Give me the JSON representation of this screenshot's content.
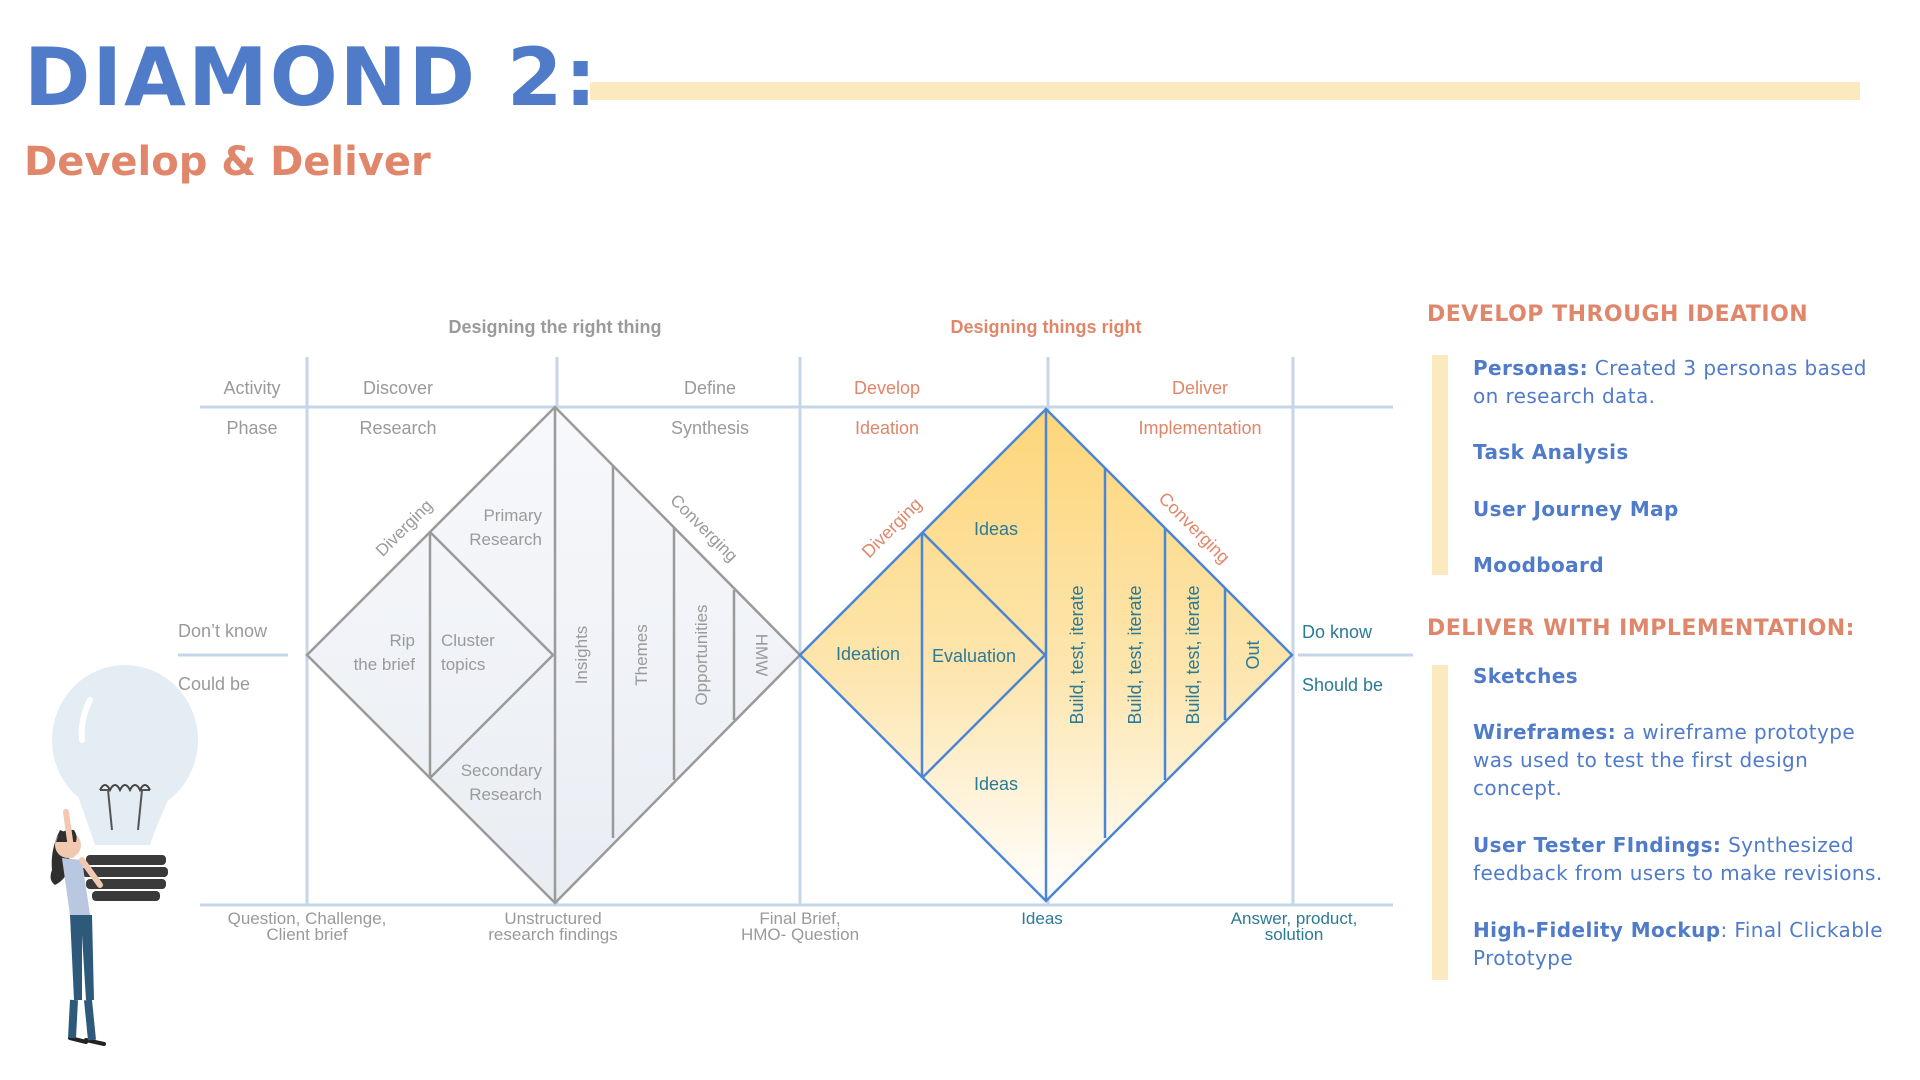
{
  "header": {
    "title": "DIAMOND 2:",
    "subtitle": "Develop & Deliver"
  },
  "diagram": {
    "headings": {
      "left": "Designing the right thing",
      "right": "Designing things right"
    },
    "row_labels": {
      "activity": "Activity",
      "phase": "Phase",
      "dont_know": "Don’t know",
      "could_be": "Could be",
      "do_know": "Do know",
      "should_be": "Should be"
    },
    "activities": {
      "discover": "Discover",
      "define": "Define",
      "develop": "Develop",
      "deliver": "Deliver"
    },
    "phases": {
      "research": "Research",
      "synthesis": "Synthesis",
      "ideation": "Ideation",
      "implementation": "Implementation"
    },
    "diamond1": {
      "diverging": "Diverging",
      "converging": "Converging",
      "primary_1": "Primary",
      "primary_2": "Research",
      "rip_1": "Rip",
      "rip_2": "the brief",
      "cluster_1": "Cluster",
      "cluster_2": "topics",
      "secondary_1": "Secondary",
      "secondary_2": "Research",
      "insights": "Insights",
      "themes": "Themes",
      "opportunities": "Opportunities",
      "hmw": "HMW"
    },
    "diamond2": {
      "diverging": "Diverging",
      "converging": "Converging",
      "ideas_top": "Ideas",
      "ideation": "Ideation",
      "evaluation": "Evaluation",
      "ideas_bottom": "Ideas",
      "bti_1": "Build, test, iterate",
      "bti_2": "Build, test, iterate",
      "bti_3": "Build, test, iterate",
      "out": "Out"
    },
    "bottom_labels": {
      "b1_1": "Question, Challenge,",
      "b1_2": "Client brief",
      "b2_1": "Unstructured",
      "b2_2": "research findings",
      "b3_1": "Final Brief,",
      "b3_2": "HMO- Question",
      "b4": "Ideas",
      "b5_1": "Answer, product,",
      "b5_2": "solution"
    },
    "colors": {
      "grey": "#9a9a9a",
      "blue": "#4a86d4",
      "orange": "#e0866a",
      "teal": "#2b7a96",
      "divider": "#c5d6e8",
      "yellow": "#fdd67a"
    }
  },
  "develop_section": {
    "heading": "DEVELOP THROUGH IDEATION",
    "personas_label": "Personas:",
    "personas_text_1": " Created 3 personas based",
    "personas_text_2": "on research data.",
    "task_analysis": "Task Analysis",
    "user_journey": "User Journey Map",
    "moodboard": "Moodboard"
  },
  "deliver_section": {
    "heading": "DELIVER WITH IMPLEMENTATION:",
    "sketches": "Sketches",
    "wireframes_label": "Wireframes:",
    "wireframes_text_1": " a wireframe prototype",
    "wireframes_text_2": "was used to test the first design",
    "wireframes_text_3": "concept.",
    "tester_label": "User Tester FIndings:",
    "tester_text_1": " Synthesized",
    "tester_text_2": "feedback from users to make revisions.",
    "hifi_label": "High-Fidelity Mockup",
    "hifi_text_1": ": Final Clickable",
    "hifi_text_2": "Prototype"
  },
  "illustration": {
    "name": "woman-holding-lightbulb"
  }
}
